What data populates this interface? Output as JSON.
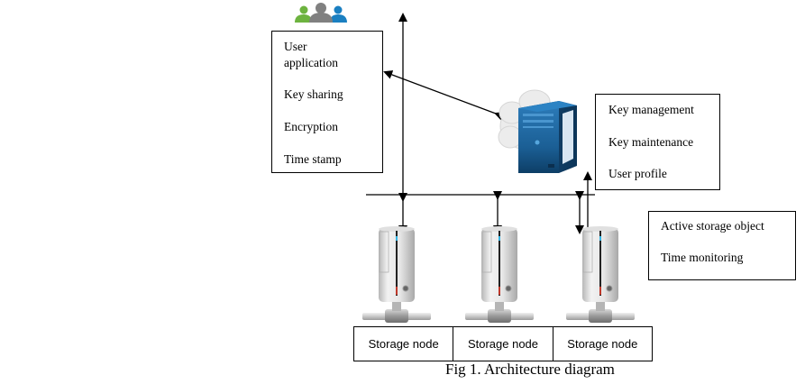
{
  "figure": {
    "caption": "Fig 1.  Architecture diagram",
    "user_box": {
      "icon": "users-group-icon",
      "lines": [
        "User",
        "application",
        "Key sharing",
        "Encryption",
        "Time stamp"
      ]
    },
    "key_server": {
      "icon": "server-cloud-icon",
      "lines": [
        "Key management",
        "Key maintenance",
        "User profile"
      ]
    },
    "active_storage_box": {
      "lines": [
        "Active storage object",
        "Time monitoring"
      ]
    },
    "storage_nodes": [
      {
        "label": "Storage node",
        "icon": "storage-server-icon"
      },
      {
        "label": "Storage node",
        "icon": "storage-server-icon"
      },
      {
        "label": "Storage node",
        "icon": "storage-server-icon"
      }
    ],
    "colors": {
      "users_green": "#6db33f",
      "users_gray": "#808080",
      "users_blue": "#1a7fc1",
      "server_blue": "#1b5f95",
      "cloud_gray": "#e8e8e8",
      "storage_silver": "#d9d9d9"
    }
  }
}
